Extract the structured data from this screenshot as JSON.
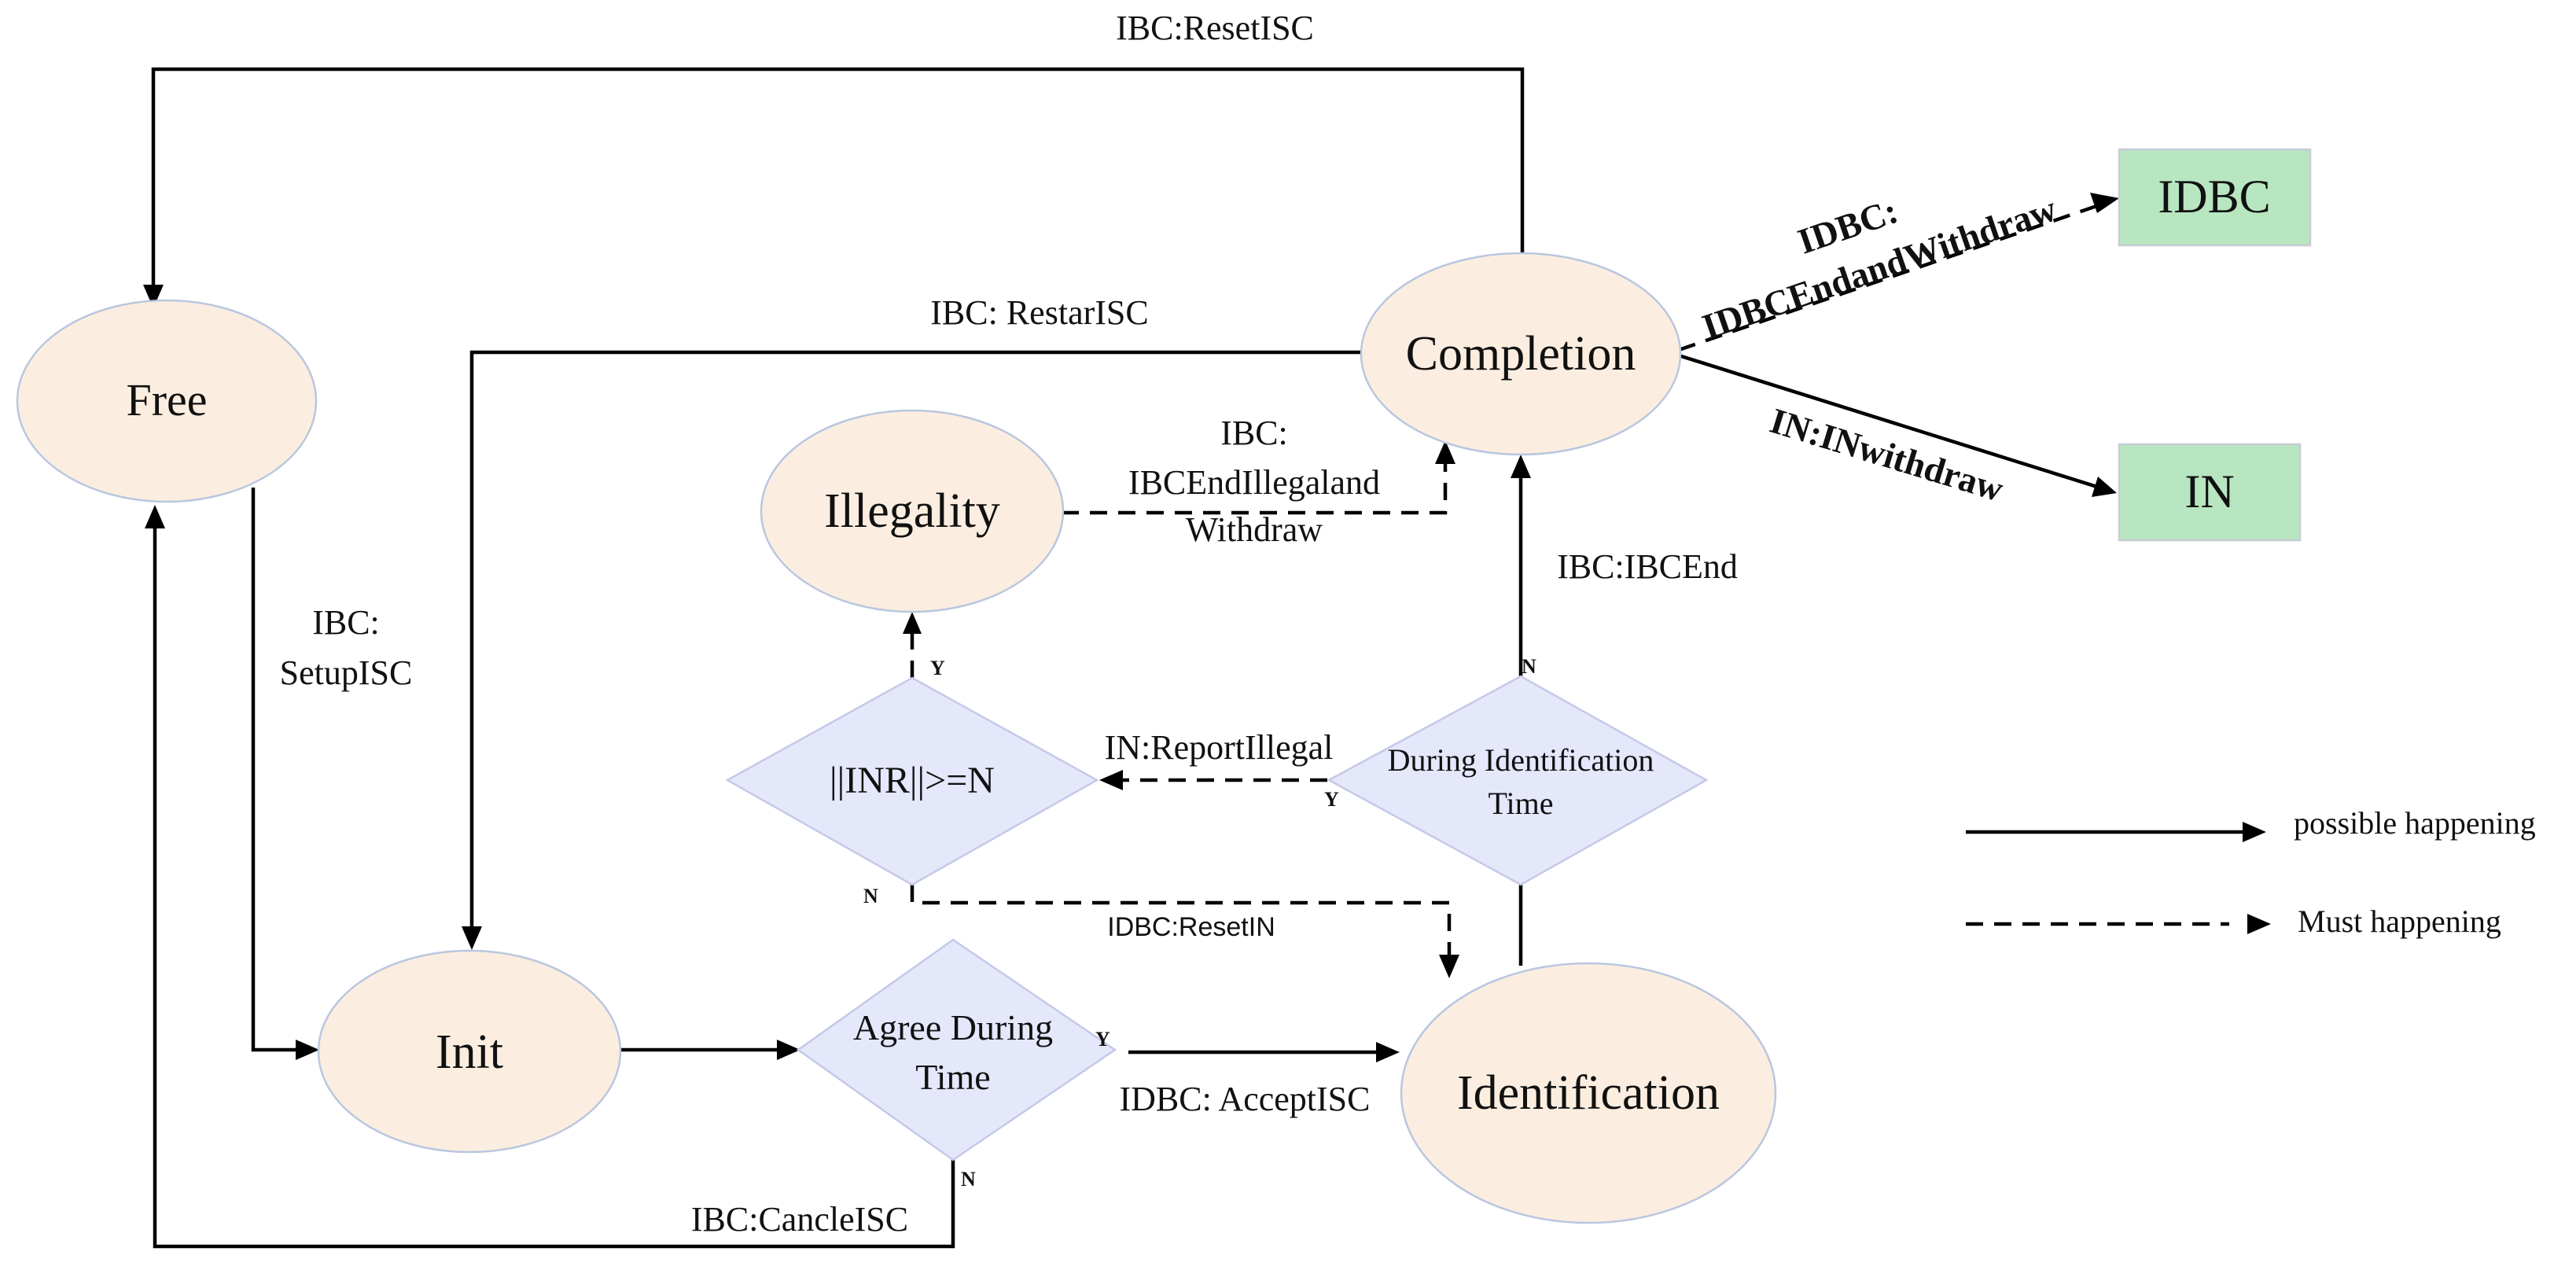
{
  "states": {
    "free": "Free",
    "init": "Init",
    "completion": "Completion",
    "illegality": "Illegality",
    "identification": "Identification"
  },
  "decisions": {
    "agree_line1": "Agree During",
    "agree_line2": "Time",
    "inr": "||INR||>=N",
    "during_line1": "During Identification",
    "during_line2": "Time"
  },
  "terminals": {
    "idbc": "IDBC",
    "in": "IN"
  },
  "edges": {
    "reset_isc": "IBC:ResetISC",
    "restar_isc": "IBC: RestarISC",
    "setup_line1": "IBC:",
    "setup_line2": "SetupISC",
    "end_illegal_line1": "IBC:",
    "end_illegal_line2": "IBCEndIllegaland",
    "end_illegal_line3": "Withdraw",
    "ibc_end": "IBC:IBCEnd",
    "report_illegal": "IN:ReportIllegal",
    "reset_in": "IDBC:ResetIN",
    "accept_isc": "IDBC: AcceptISC",
    "cancle_isc": "IBC:CancleISC",
    "idbc_withdraw_line1": "IDBC:",
    "idbc_withdraw_line2": "IDBCEndandWithdraw",
    "in_withdraw": "IN:INwithdraw"
  },
  "branch_marks": {
    "y": "Y",
    "n": "N"
  },
  "legend": {
    "solid": "possible happening",
    "dashed": "Must happening"
  }
}
